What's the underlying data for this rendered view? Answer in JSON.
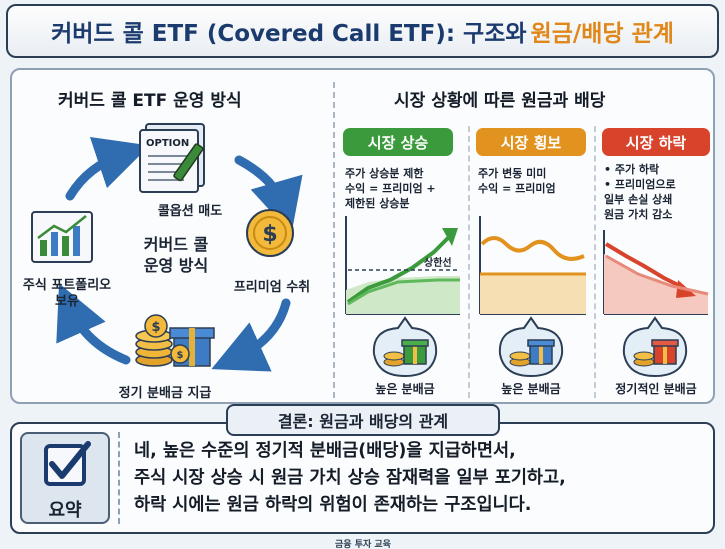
{
  "title": {
    "part1": "커버드 콜 ETF (Covered Call ETF): 구조와",
    "part2": "원금/배당 관계"
  },
  "left": {
    "heading": "커버드 콜 ETF 운영 방식",
    "center": [
      "커버드 콜",
      "운영 방식"
    ],
    "option_doc_label": "OPTION",
    "steps": {
      "call_sale": "콜옵션 매도",
      "premium": "프리미엄 수취",
      "distribution": "정기 분배금 지급",
      "portfolio": [
        "주식 포트폴리오",
        "보유"
      ]
    }
  },
  "right": {
    "heading": "시장 상황에 따른 원금과 배당",
    "scenarios": [
      {
        "badge": "시장 상승",
        "color": "#3a9a3c",
        "desc": [
          "주가 상승분 제한",
          "수익 = 프리미엄 +",
          "제한된 상승분"
        ],
        "cap_label": "상한선",
        "bottom": "높은 분배금"
      },
      {
        "badge": "시장 횡보",
        "color": "#e2921e",
        "desc": [
          "주가 변동 미미",
          "수익 = 프리미엄"
        ],
        "bottom": "높은 분배금"
      },
      {
        "badge": "시장 하락",
        "color": "#d8432c",
        "desc": [
          "• 주가 하락",
          "• 프리미엄으로",
          "일부 손실 상쇄",
          "원금 가치 감소"
        ],
        "bottom": "정기적인 분배금"
      }
    ]
  },
  "conclusion": {
    "tab": "결론: 원금과 배당의 관계",
    "side_label": "요약",
    "lines": [
      "네, 높은 수준의 정기적 분배금(배당)을 지급하면서,",
      "주식 시장 상승 시 원금 가치 상승 잠재력을 일부 포기하고,",
      "하락 시에는 원금 하락의 위험이 존재하는 구조입니다."
    ]
  },
  "footer": "금융 투자 교육",
  "colors": {
    "navy": "#1b3b6f",
    "orange": "#e0871a",
    "green": "#3a9a3c",
    "amber": "#e2921e",
    "red": "#d8432c",
    "cycle_arrow": "#2f6db0"
  }
}
